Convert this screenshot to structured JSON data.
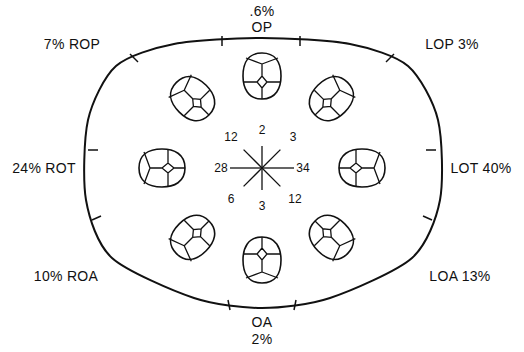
{
  "diagram": {
    "labels": [
      ".6%",
      "OP",
      "7% ROP",
      "LOP 3%",
      "12",
      "2",
      "3",
      "24% ROT",
      "28",
      "34",
      "LOT 40%",
      "6",
      "12",
      "3",
      "10% ROA",
      "LOA 13%",
      "OA",
      "2%"
    ]
  }
}
